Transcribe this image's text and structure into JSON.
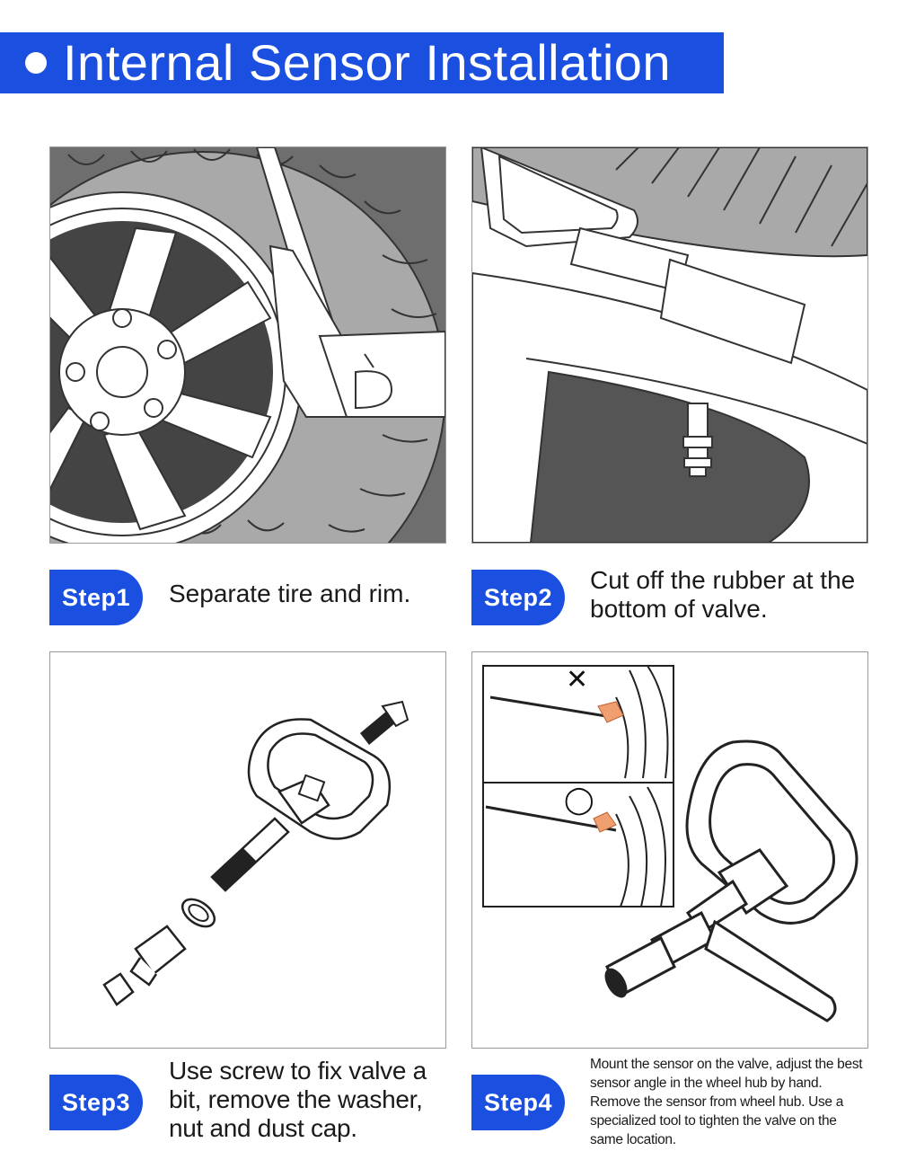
{
  "header": {
    "title": "Internal Sensor Installation"
  },
  "steps": [
    {
      "badge": "Step1",
      "caption": "Separate tire and rim."
    },
    {
      "badge": "Step2",
      "caption": "Cut off the rubber at the bottom of valve."
    },
    {
      "badge": "Step3",
      "caption": "Use screw to fix valve a bit, remove the washer, nut and dust cap."
    },
    {
      "badge": "Step4",
      "caption": "Mount the sensor on the valve, adjust the best sensor angle in the wheel hub by hand. Remove the sensor from wheel hub. Use a specialized tool to tighten the valve on the same location."
    }
  ],
  "step4_inset": {
    "wrong_mark": "✕",
    "right_mark": "◯"
  },
  "colors": {
    "accent": "#1a4fe0",
    "panel_gray": "#6e6e6e",
    "tire_gray": "#a9a9a9",
    "sensor_orange": "#f0a070"
  }
}
